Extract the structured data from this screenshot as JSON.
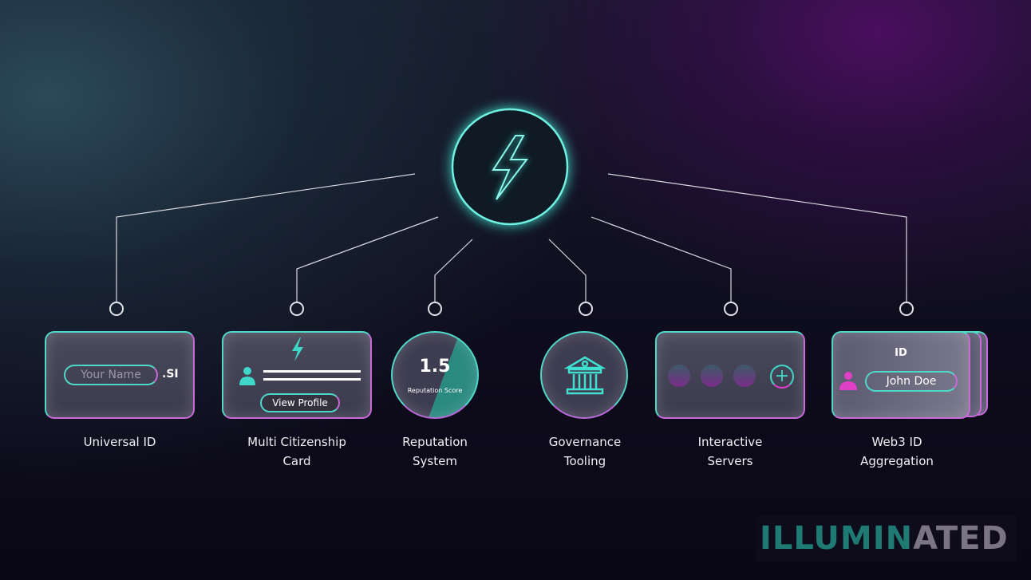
{
  "hub": {
    "icon": "lightning-bolt-icon"
  },
  "features": [
    {
      "label_line1": "Universal ID",
      "label_line2": "",
      "input_placeholder": "Your Name",
      "suffix": ".SI"
    },
    {
      "label_line1": "Multi Citizenship",
      "label_line2": "Card",
      "button": "View Profile"
    },
    {
      "label_line1": "Reputation",
      "label_line2": "System",
      "score": "1.5",
      "score_caption": "Reputation Score"
    },
    {
      "label_line1": "Governance",
      "label_line2": "Tooling",
      "icon": "bank-building-icon"
    },
    {
      "label_line1": "Interactive",
      "label_line2": "Servers",
      "icon": "plus-icon"
    },
    {
      "label_line1": "Web3 ID",
      "label_line2": "Aggregation",
      "card_title": "ID",
      "name": "John Doe"
    }
  ],
  "logo": {
    "text_part1": "ILLUMIN",
    "text_part2": "ATED"
  },
  "colors": {
    "teal": "#4fd8c8",
    "magenta": "#e040c8",
    "logo_teal": "#1e7a72",
    "logo_gray": "#7a7484"
  }
}
